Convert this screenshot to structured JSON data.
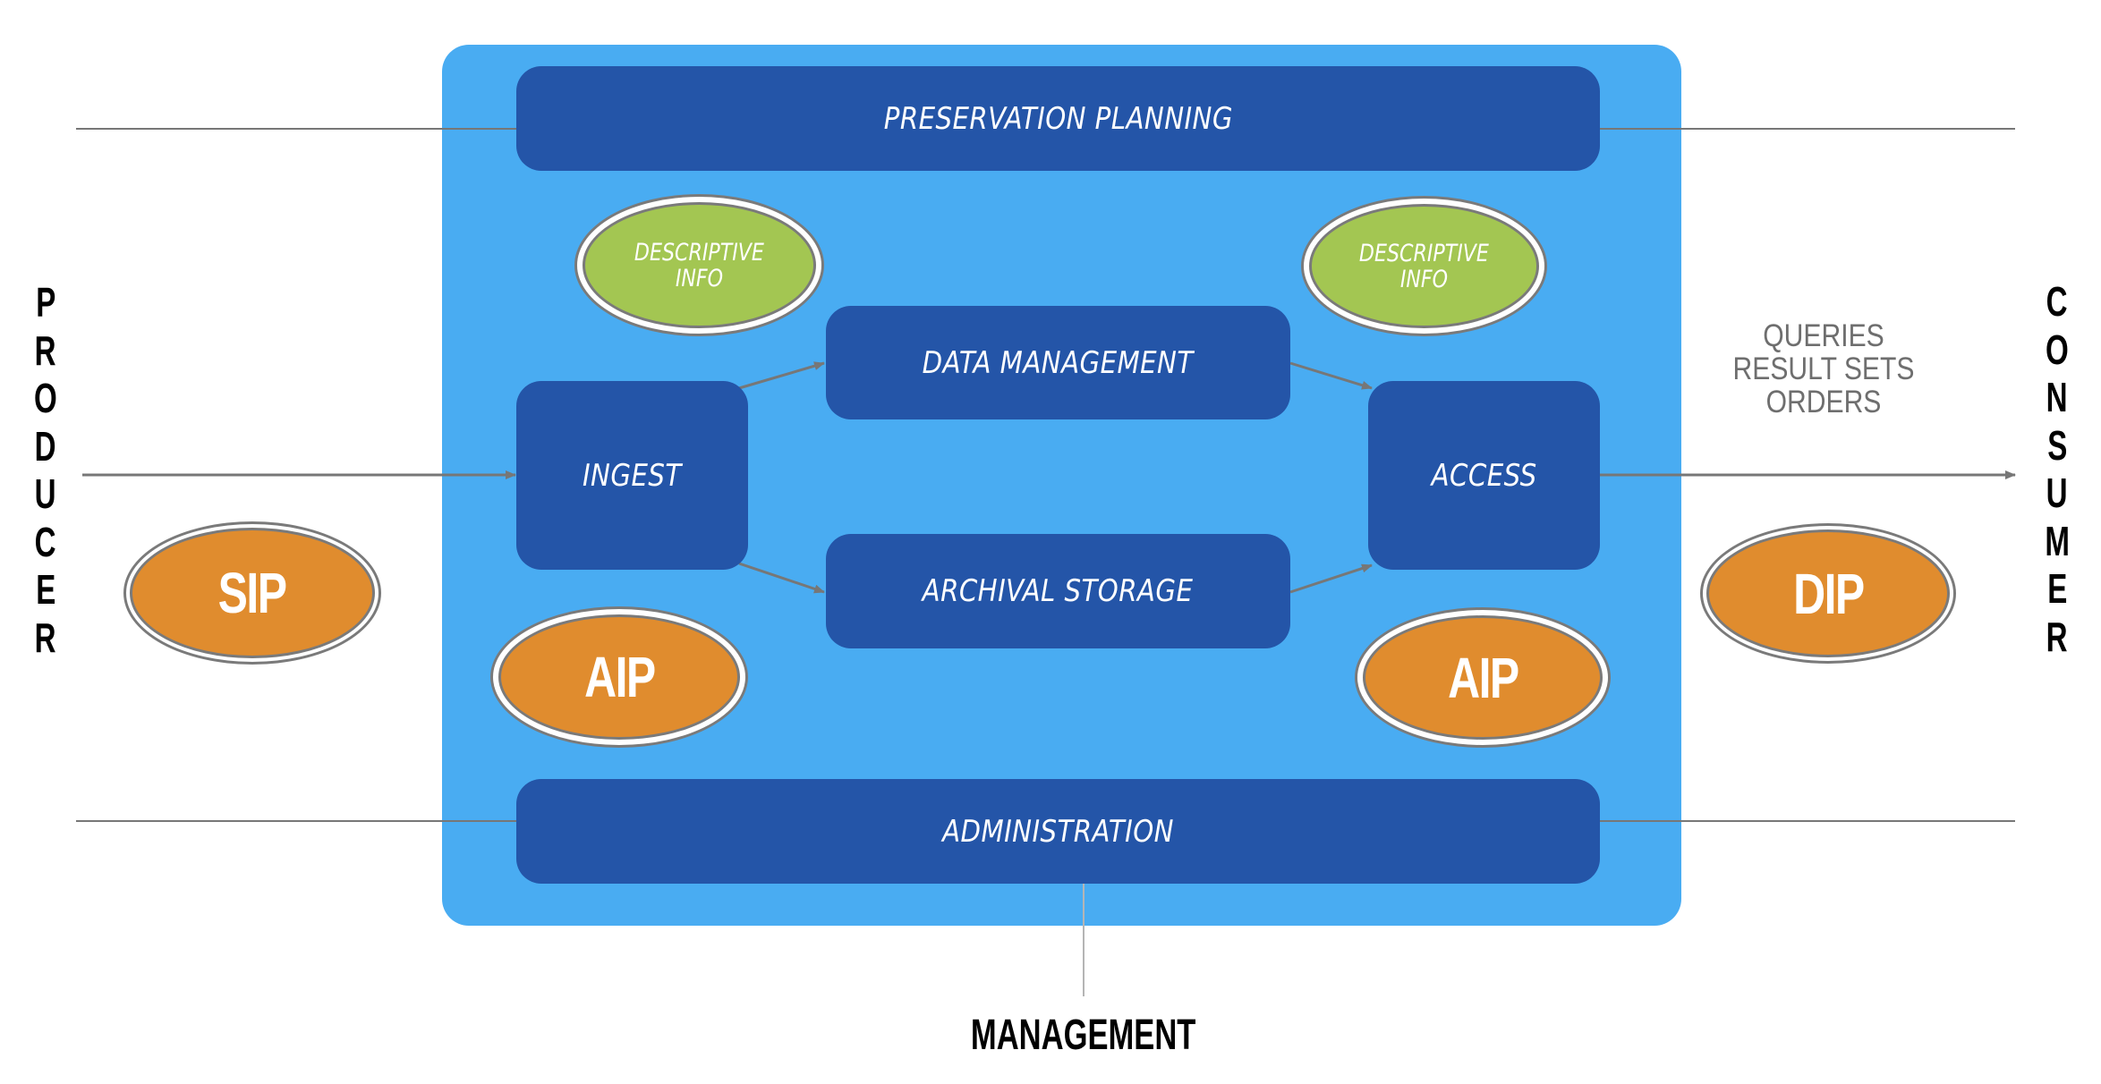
{
  "title": "OAIS Reference Model",
  "colors": {
    "container": "#49ACF2",
    "function_box": "#2455A8",
    "descriptive_info": "#A3C652",
    "information_package": "#E08C2E",
    "connector": "#777777",
    "annotation_text": "#6E6E6E"
  },
  "external_entities": {
    "producer": {
      "label": "PRODUCER",
      "letters": [
        "P",
        "R",
        "O",
        "D",
        "U",
        "C",
        "E",
        "R"
      ]
    },
    "consumer": {
      "label": "CONSUMER",
      "letters": [
        "C",
        "O",
        "N",
        "S",
        "U",
        "M",
        "E",
        "R"
      ]
    },
    "management": {
      "label": "MANAGEMENT"
    }
  },
  "functions": {
    "preservation_planning": "PRESERVATION PLANNING",
    "ingest": "INGEST",
    "data_management": "DATA MANAGEMENT",
    "archival_storage": "ARCHIVAL STORAGE",
    "access": "ACCESS",
    "administration": "ADMINISTRATION"
  },
  "descriptive_info": [
    {
      "line1": "DESCRIPTIVE",
      "line2": "INFO"
    },
    {
      "line1": "DESCRIPTIVE",
      "line2": "INFO"
    }
  ],
  "packages": {
    "sip": "SIP",
    "aip_left": "AIP",
    "aip_right": "AIP",
    "dip": "DIP"
  },
  "consumer_annotation": [
    "QUERIES",
    "RESULT SETS",
    "ORDERS"
  ],
  "flows": [
    {
      "from": "producer",
      "to": "ingest"
    },
    {
      "from": "ingest",
      "to": "data_management"
    },
    {
      "from": "ingest",
      "to": "archival_storage"
    },
    {
      "from": "data_management",
      "to": "access"
    },
    {
      "from": "archival_storage",
      "to": "access"
    },
    {
      "from": "access",
      "to": "consumer"
    },
    {
      "from": "administration",
      "to": "management"
    }
  ]
}
